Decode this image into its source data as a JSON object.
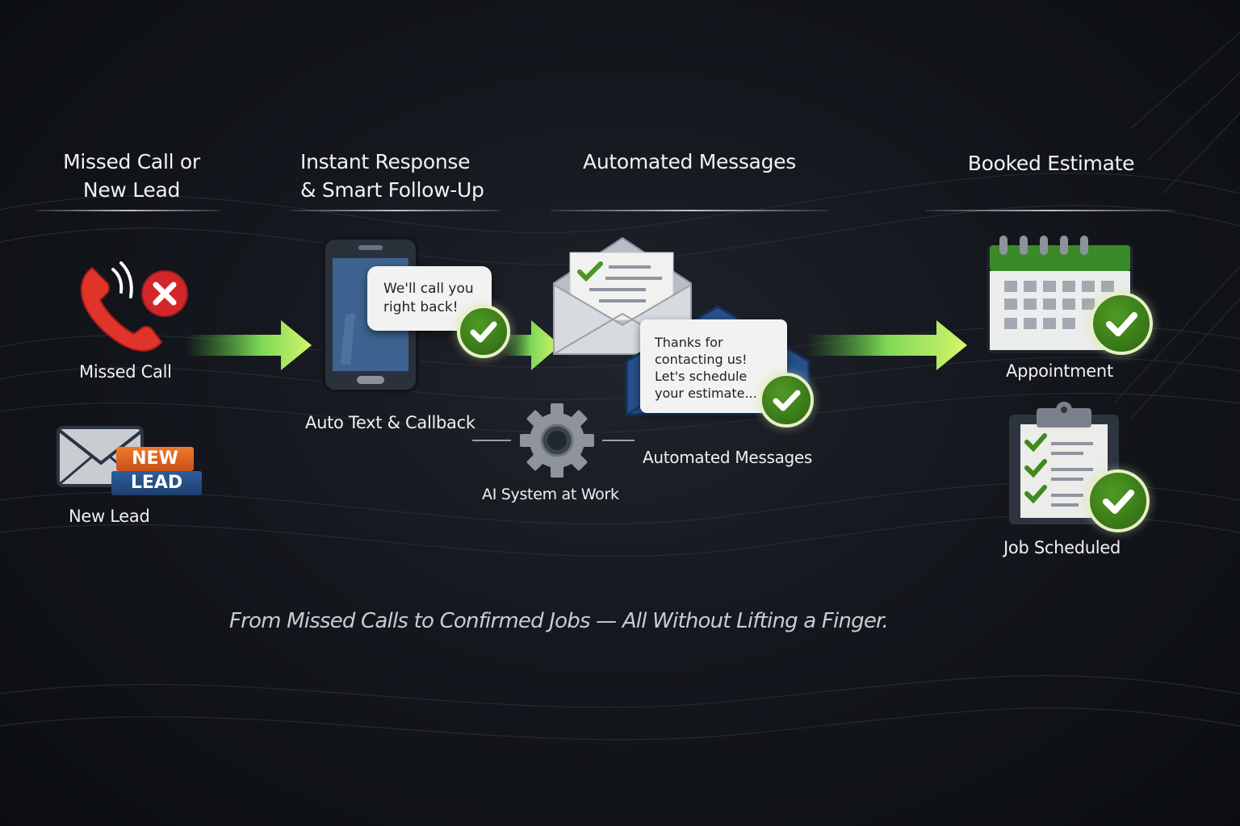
{
  "stages": [
    {
      "title_line1": "Missed Call or",
      "title_line2": "New Lead"
    },
    {
      "title_line1": "Instant Response",
      "title_line2": "& Smart Follow-Up"
    },
    {
      "title_line1": "Automated Messages"
    },
    {
      "title_line1": "Booked Estimate"
    }
  ],
  "items": {
    "missed_call": {
      "label": "Missed Call",
      "icon": "phone-missed-icon"
    },
    "new_lead": {
      "label": "New Lead",
      "badge_line1": "NEW",
      "badge_line2": "LEAD",
      "icon": "envelope-icon"
    },
    "auto_text": {
      "label": "Auto Text & Callback",
      "bubble_line1": "We'll call you",
      "bubble_line2": "right back!",
      "icon": "smartphone-icon"
    },
    "ai_system": {
      "label": "AI System at Work",
      "icon": "gear-icon"
    },
    "automated_messages": {
      "label": "Automated Messages",
      "bubble_lines": [
        "Thanks for",
        "contacting us!",
        "Let's schedule",
        "your estimate..."
      ],
      "icon": "envelope-open-icon"
    },
    "appointment": {
      "label": "Appointment",
      "icon": "calendar-icon"
    },
    "job_scheduled": {
      "label": "Job Scheduled",
      "icon": "clipboard-checklist-icon"
    }
  },
  "tagline": "From Missed Calls to Confirmed Jobs — All Without Lifting a Finger.",
  "colors": {
    "accent_green": "#7ee05a",
    "check_green": "#3f8a1c",
    "missed_red": "#d8312a",
    "new_orange": "#e0621f",
    "lead_blue": "#24508a"
  }
}
